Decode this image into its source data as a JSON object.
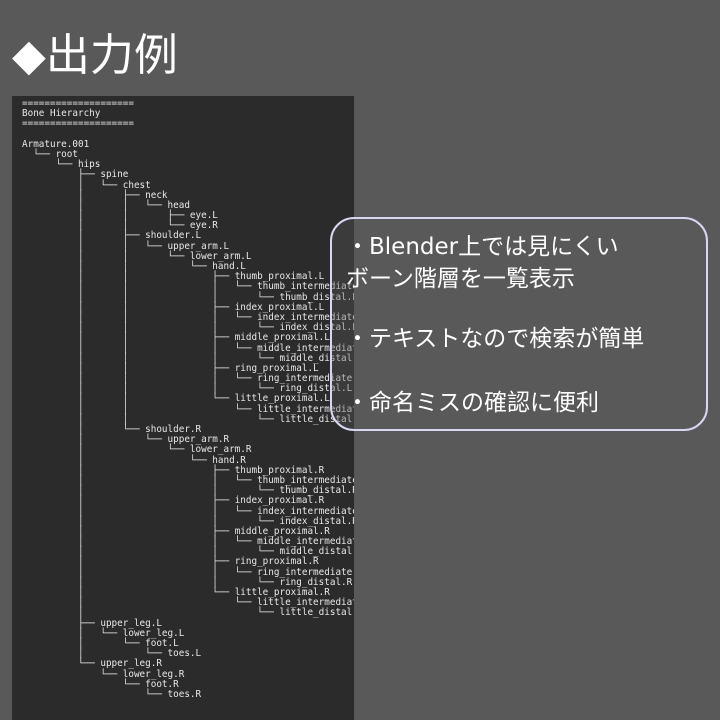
{
  "title": "◆出力例",
  "terminal": {
    "lines": [
      "====================",
      "Bone Hierarchy",
      "====================",
      "",
      "Armature.001",
      "  └── root",
      "      └── hips",
      "          ├── spine",
      "          │   └── chest",
      "          │       ├── neck",
      "          │       │   └── head",
      "          │       │       ├── eye.L",
      "          │       │       └── eye.R",
      "          │       ├── shoulder.L",
      "          │       │   └── upper_arm.L",
      "          │       │       └── lower_arm.L",
      "          │       │           └── hand.L",
      "          │       │               ├── thumb_proximal.L",
      "          │       │               │   └── thumb_intermediate.L",
      "          │       │               │       └── thumb_distal.L",
      "          │       │               ├── index_proximal.L",
      "          │       │               │   └── index_intermediate.L",
      "          │       │               │       └── index_distal.L",
      "          │       │               ├── middle_proximal.L",
      "          │       │               │   └── middle_intermediate.L",
      "          │       │               │       └── middle_distal.L",
      "          │       │               ├── ring_proximal.L",
      "          │       │               │   └── ring_intermediate.L",
      "          │       │               │       └── ring_distal.L",
      "          │       │               └── little_proximal.L",
      "          │       │                   └── little_intermediate.L",
      "          │       │                       └── little_distal.L",
      "          │       └── shoulder.R",
      "          │           └── upper_arm.R",
      "          │               └── lower_arm.R",
      "          │                   └── hand.R",
      "          │                       ├── thumb_proximal.R",
      "          │                       │   └── thumb_intermediate.R",
      "          │                       │       └── thumb_distal.R",
      "          │                       ├── index_proximal.R",
      "          │                       │   └── index_intermediate.R",
      "          │                       │       └── index_distal.R",
      "          │                       ├── middle_proximal.R",
      "          │                       │   └── middle_intermediate.R",
      "          │                       │       └── middle_distal.R",
      "          │                       ├── ring_proximal.R",
      "          │                       │   └── ring_intermediate.R",
      "          │                       │       └── ring_distal.R",
      "          │                       └── little_proximal.R",
      "          │                           └── little_intermediate.R",
      "          │                               └── little_distal.R",
      "          ├── upper_leg.L",
      "          │   └── lower_leg.L",
      "          │       └── foot.L",
      "          │           └── toes.L",
      "          └── upper_leg.R",
      "              └── lower_leg.R",
      "                  └── foot.R",
      "                      └── toes.R"
    ]
  },
  "info": {
    "line1": "・Blender上では見にくい",
    "line2": "ボーン階層を一覧表示",
    "line3": "・テキストなので検索が簡単",
    "line4": "・命名ミスの確認に便利"
  },
  "colors": {
    "background": "#595959",
    "terminal_bg": "#2b2b2b",
    "box_border": "#d7d7f0"
  }
}
